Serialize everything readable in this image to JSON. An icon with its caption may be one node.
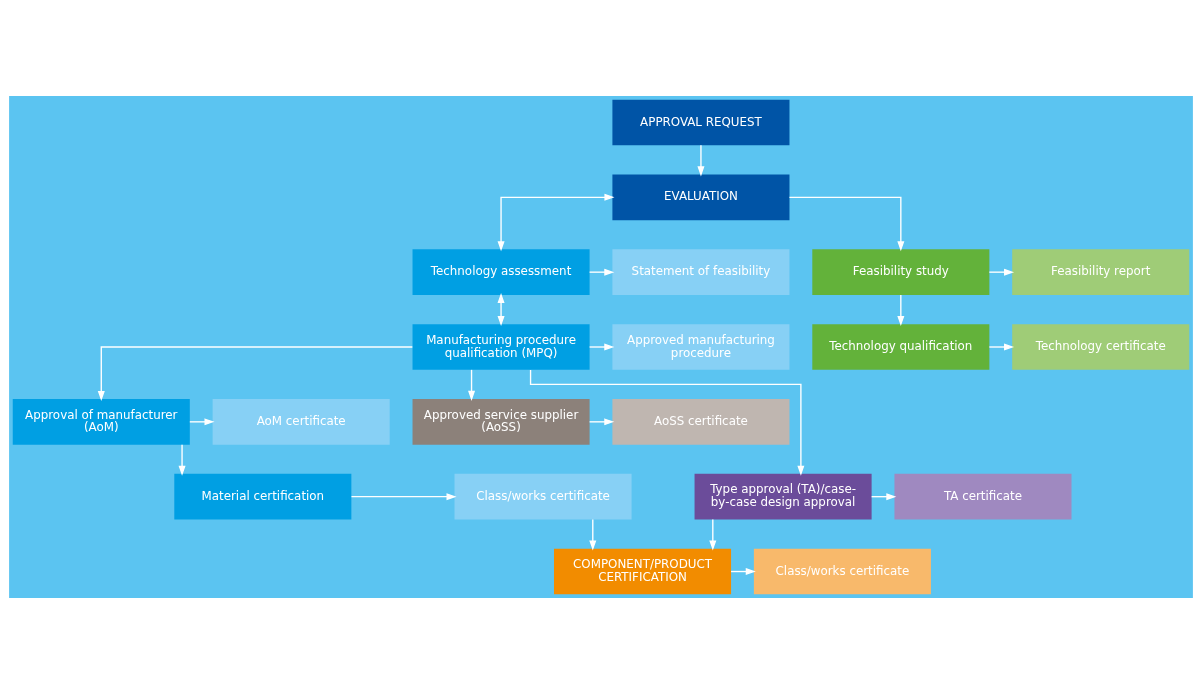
{
  "diagram": {
    "nodes": [
      {
        "text": [
          "APPROVAL REQUEST"
        ]
      },
      {
        "text": [
          "EVALUATION"
        ]
      },
      {
        "text": [
          "Technology assessment"
        ]
      },
      {
        "text": [
          "Statement of feasibility"
        ]
      },
      {
        "text": [
          "Feasibility study"
        ]
      },
      {
        "text": [
          "Feasibility report"
        ]
      },
      {
        "text": [
          "Manufacturing procedure qualification (MPQ)"
        ]
      },
      {
        "text": [
          "Approved manufacturing procedure"
        ]
      },
      {
        "text": [
          "Technology qualification"
        ]
      },
      {
        "text": [
          "Technology certificate"
        ]
      },
      {
        "text": [
          "Approval of manufacturer (AoM)"
        ]
      },
      {
        "text": [
          "AoM certificate"
        ]
      },
      {
        "text": [
          "Approved service supplier (AoSS)"
        ]
      },
      {
        "text": [
          "AoSS certificate"
        ]
      },
      {
        "text": [
          "Material certification"
        ]
      },
      {
        "text": [
          "Class/works certificate"
        ]
      },
      {
        "text": [
          "Type approval (TA)/case-by-case design approval"
        ]
      },
      {
        "text": [
          "TA certificate"
        ]
      },
      {
        "text": [
          "COMPONENT/PRODUCT CERTIFICATION"
        ]
      },
      {
        "text": [
          "Class/works certificate"
        ]
      }
    ],
    "edges": [
      {
        "from": 0,
        "to": 1,
        "arrow": "to"
      },
      {
        "from": 1,
        "to": 2,
        "arrow": "both"
      },
      {
        "from": 1,
        "to": 4,
        "arrow": "to"
      },
      {
        "from": 2,
        "to": 3,
        "arrow": "to"
      },
      {
        "from": 4,
        "to": 5,
        "arrow": "to"
      },
      {
        "from": 2,
        "to": 6,
        "arrow": "both"
      },
      {
        "from": 6,
        "to": 7,
        "arrow": "to"
      },
      {
        "from": 4,
        "to": 8,
        "arrow": "to"
      },
      {
        "from": 8,
        "to": 9,
        "arrow": "to"
      },
      {
        "from": 6,
        "to": 10,
        "arrow": "to"
      },
      {
        "from": 6,
        "to": 12,
        "arrow": "to"
      },
      {
        "from": 6,
        "to": 16,
        "arrow": "to"
      },
      {
        "from": 10,
        "to": 11,
        "arrow": "to"
      },
      {
        "from": 12,
        "to": 13,
        "arrow": "to"
      },
      {
        "from": 10,
        "to": 14,
        "arrow": "to"
      },
      {
        "from": 14,
        "to": 15,
        "arrow": "to"
      },
      {
        "from": 16,
        "to": 17,
        "arrow": "to"
      },
      {
        "from": 15,
        "to": 18,
        "arrow": "to"
      },
      {
        "from": 16,
        "to": 18,
        "arrow": "to"
      },
      {
        "from": 18,
        "to": 19,
        "arrow": "to"
      }
    ]
  }
}
